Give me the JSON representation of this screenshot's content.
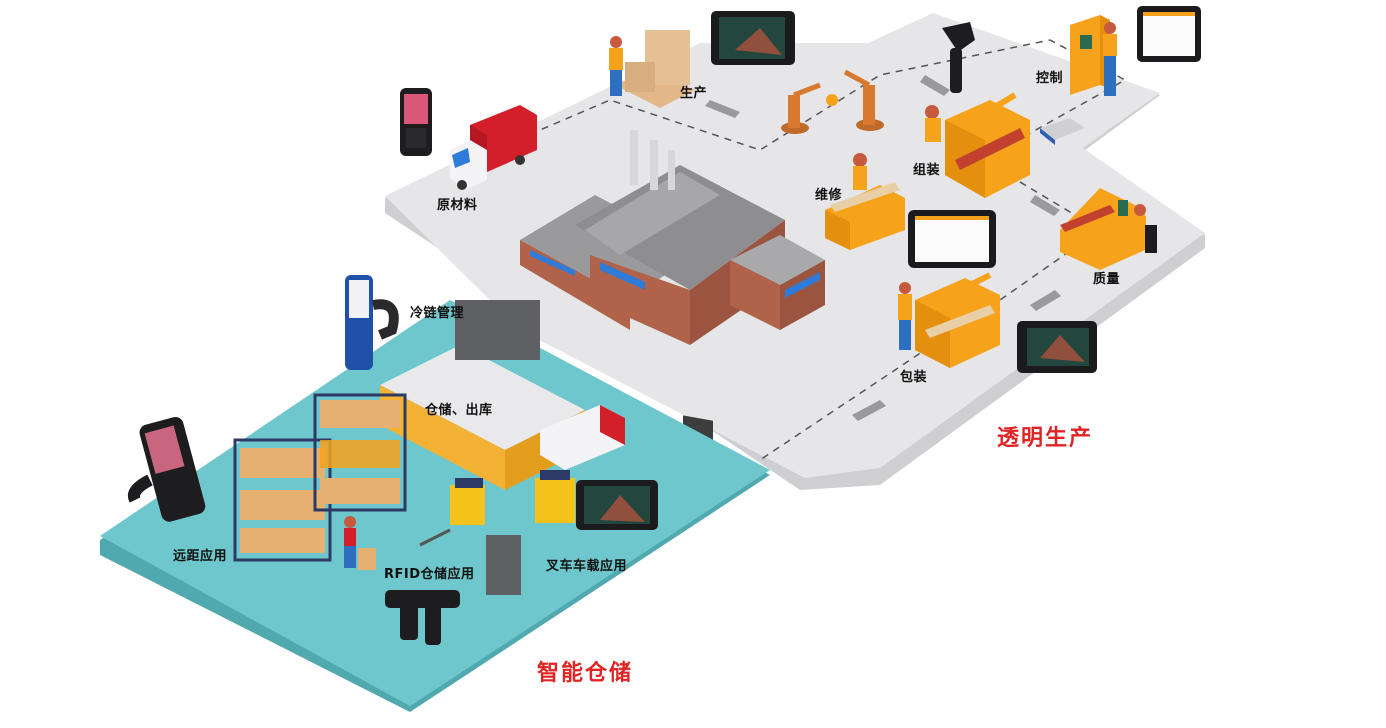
{
  "diagram": {
    "colors": {
      "production_platform": "#e6e6e8",
      "production_platform_edge": "#cfcfd2",
      "warehouse_platform": "#6ec7cc",
      "warehouse_platform_edge": "#4fa9ae",
      "machine_orange": "#f7a21b",
      "title_red": "#e02424",
      "brick": "#b0634a",
      "roof_gray": "#8e8e90",
      "accent_blue": "#2f7bd8"
    },
    "sections": [
      {
        "id": "production",
        "title": "透明生产",
        "stations": [
          {
            "id": "raw_material",
            "label": "原材料",
            "device": "handheld-pda"
          },
          {
            "id": "production",
            "label": "生产",
            "device": "rugged-tablet"
          },
          {
            "id": "maintenance",
            "label": "维修",
            "device": "none"
          },
          {
            "id": "assembly",
            "label": "组装",
            "device": "barcode-scanner"
          },
          {
            "id": "control",
            "label": "控制",
            "device": "rugged-tablet"
          },
          {
            "id": "quality",
            "label": "质量",
            "device": "rugged-tablet"
          },
          {
            "id": "packaging",
            "label": "包装",
            "device": "rugged-tablet"
          }
        ]
      },
      {
        "id": "warehouse",
        "title": "智能仓储",
        "stations": [
          {
            "id": "cold_chain",
            "label": "冷链管理",
            "device": "rfid-handheld"
          },
          {
            "id": "storage_outbound",
            "label": "仓储、出库",
            "device": "rfid-fixed-reader"
          },
          {
            "id": "long_range",
            "label": "远距应用",
            "device": "gun-grip-pda"
          },
          {
            "id": "rfid_storage",
            "label": "RFID仓储应用",
            "device": "rfid-sled"
          },
          {
            "id": "forklift",
            "label": "叉车车载应用",
            "device": "vehicle-mount-terminal"
          }
        ]
      }
    ]
  }
}
